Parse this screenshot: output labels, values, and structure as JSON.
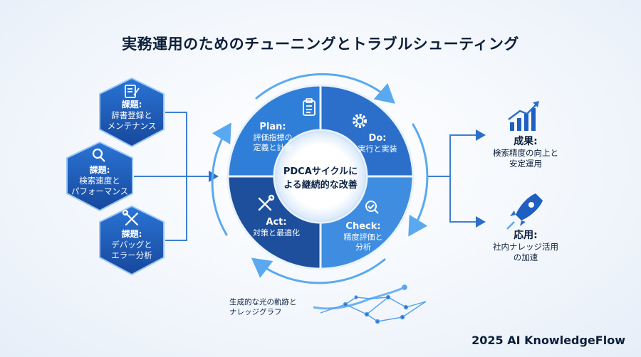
{
  "title": "実務運用のためのチューニングとトラブルシューティング",
  "issues": [
    {
      "head": "課題:",
      "lines": [
        "辞書登録と",
        "メンテナンス"
      ],
      "icon": "notebook-pen-icon"
    },
    {
      "head": "課題:",
      "lines": [
        "検索速度と",
        "パフォーマンス"
      ],
      "icon": "search-icon"
    },
    {
      "head": "課題:",
      "lines": [
        "デバッグと",
        "エラー分析"
      ],
      "icon": "wrench-screwdriver-icon"
    }
  ],
  "cycle": {
    "center": [
      "PDCAサイクルに",
      "よる継続的な改善"
    ],
    "segments": [
      {
        "head": "Plan:",
        "lines": [
          "評価指標の",
          "定義と計画"
        ],
        "icon": "clipboard-checklist-icon",
        "color": "#2f7fd9"
      },
      {
        "head": "Do:",
        "lines": [
          "実行と実装"
        ],
        "icon": "gear-icon",
        "color": "#2b6fca"
      },
      {
        "head": "Check:",
        "lines": [
          "精度評価と",
          "分析"
        ],
        "icon": "magnifier-check-icon",
        "color": "#3f8de0"
      },
      {
        "head": "Act:",
        "lines": [
          "対策と最適化"
        ],
        "icon": "tools-icon",
        "color": "#1d4f9c"
      }
    ]
  },
  "outcomes": [
    {
      "head": "成果:",
      "lines": [
        "検索精度の向上と",
        "安定運用"
      ],
      "icon": "bar-chart-growth-icon"
    },
    {
      "head": "応用:",
      "lines": [
        "社内ナレッジ活用",
        "の加速"
      ],
      "icon": "rocket-icon"
    }
  ],
  "trail": [
    "生成的な光の軌跡と",
    "ナレッジグラフ"
  ],
  "footer": "2025 AI KnowledgeFlow",
  "colors": {
    "dark_navy": "#0b1f3a",
    "hex_blue": "#1f5fbf",
    "ring_blue": "#5aa9f0",
    "accent": "#2b6fca"
  }
}
